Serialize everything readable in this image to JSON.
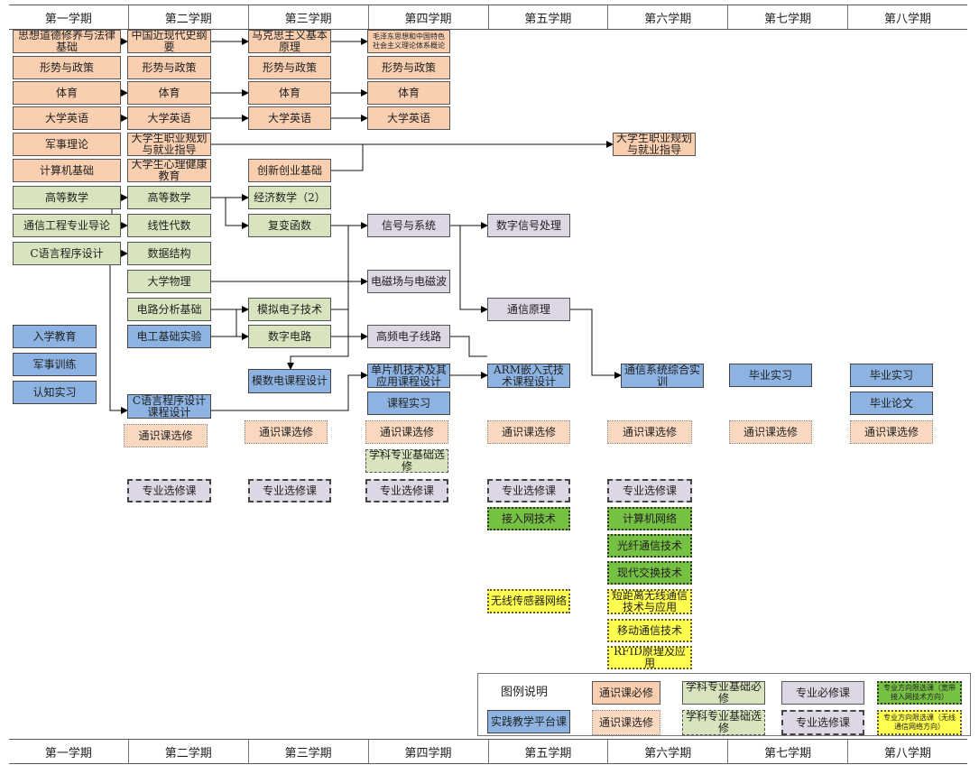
{
  "semesters": [
    "第一学期",
    "第二学期",
    "第三学期",
    "第四学期",
    "第五学期",
    "第六学期",
    "第七学期",
    "第八学期"
  ],
  "courses": {
    "s1": [
      "思想道德修养与法律基础",
      "形势与政策",
      "体育",
      "大学英语",
      "军事理论",
      "计算机基础",
      "高等数学",
      "通信工程专业导论",
      "C语言程序设计",
      "入学教育",
      "军事训练",
      "认知实习"
    ],
    "s2": [
      "中国近现代史纲要",
      "形势与政策",
      "体育",
      "大学英语",
      "大学生职业规划与就业指导",
      "大学生心理健康教育",
      "高等数学",
      "线性代数",
      "数据结构",
      "大学物理",
      "电路分析基础",
      "电工基础实验",
      "C语言程序设计课程设计",
      "通识课选修",
      "专业选修课"
    ],
    "s3": [
      "马克思主义基本原理",
      "形势与政策",
      "体育",
      "大学英语",
      "创新创业基础",
      "经济数学（2）",
      "复变函数",
      "模拟电子技术",
      "数字电路",
      "模数电课程设计",
      "通识课选修",
      "专业选修课"
    ],
    "s4": [
      "毛泽东思想和中国特色社会主义理论体系概论",
      "形势与政策",
      "体育",
      "大学英语",
      "信号与系统",
      "电磁场与电磁波",
      "高频电子线路",
      "单片机技术及其应用课程设计",
      "课程实习",
      "通识课选修",
      "学科专业基础选修",
      "专业选修课"
    ],
    "s5": [
      "数字信号处理",
      "通信原理",
      "ARM嵌入式技术课程设计",
      "通识课选修",
      "专业选修课",
      "接入网技术",
      "无线传感器网络"
    ],
    "s6": [
      "大学生职业规划与就业指导",
      "通信系统综合实训",
      "通识课选修",
      "专业选修课",
      "计算机网络",
      "光纤通信技术",
      "现代交换技术",
      "短距离无线通信技术与应用",
      "移动通信技术",
      "RFID原理及应用"
    ],
    "s7": [
      "毕业实习",
      "通识课选修"
    ],
    "s8": [
      "毕业实习",
      "毕业论文",
      "通识课选修"
    ]
  },
  "legend": {
    "title": "图例说明",
    "items": [
      "通识课必修",
      "学科专业基础必修",
      "专业必修课",
      "专业方向限选课（宽带接入网技术方向）",
      "实践教学平台课",
      "通识课选修",
      "学科专业基础选修",
      "专业选修课",
      "专业方向限选课（无线通信网络方向）"
    ]
  },
  "colors": {
    "general_required": "#f9cfb0",
    "foundation": "#d8e4bd",
    "major": "#dcd6e5",
    "practice": "#8db3e2",
    "broadband_track": "#76c043",
    "wireless_track": "#ffff50"
  }
}
